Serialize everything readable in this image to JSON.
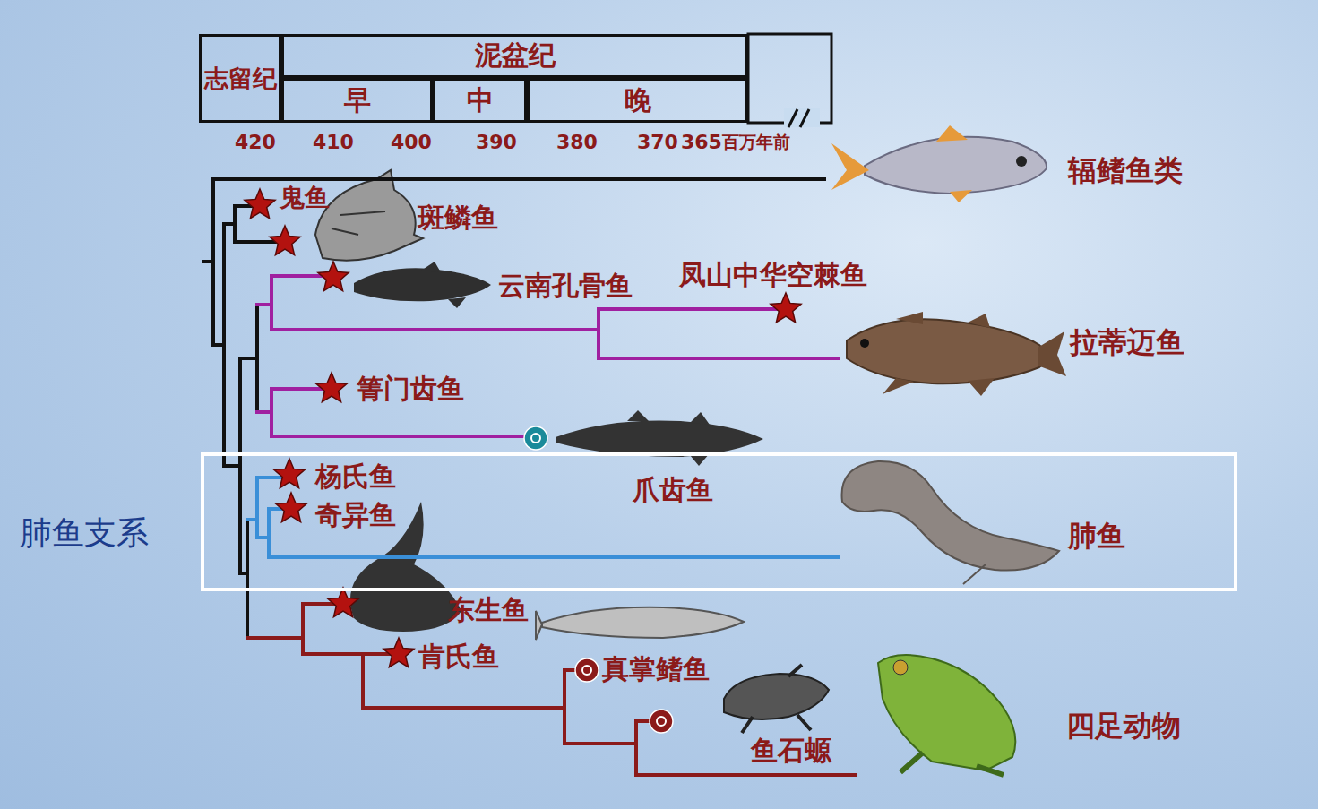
{
  "diagram": {
    "nodes": [
      {
        "text": [
          "志留纪"
        ]
      },
      {
        "text": [
          "泥盆纪"
        ]
      },
      {
        "text": [
          "早"
        ]
      },
      {
        "text": [
          "中"
        ]
      },
      {
        "text": [
          "晚"
        ]
      },
      {
        "text": [
          "肺鱼支系"
        ]
      }
    ],
    "labels": [
      "420",
      "410",
      "400",
      "390",
      "380",
      "370",
      "365",
      "百万年前",
      "鬼鱼",
      "斑鳞鱼",
      "云南孔骨鱼",
      "凤山中华空棘鱼",
      "拉蒂迈鱼",
      "箐门齿鱼",
      "爪齿鱼",
      "杨氏鱼",
      "奇异鱼",
      "肺鱼",
      "东生鱼",
      "肯氏鱼",
      "真掌鳍鱼",
      "鱼石螈",
      "辐鳍鱼类",
      "四足动物"
    ]
  }
}
